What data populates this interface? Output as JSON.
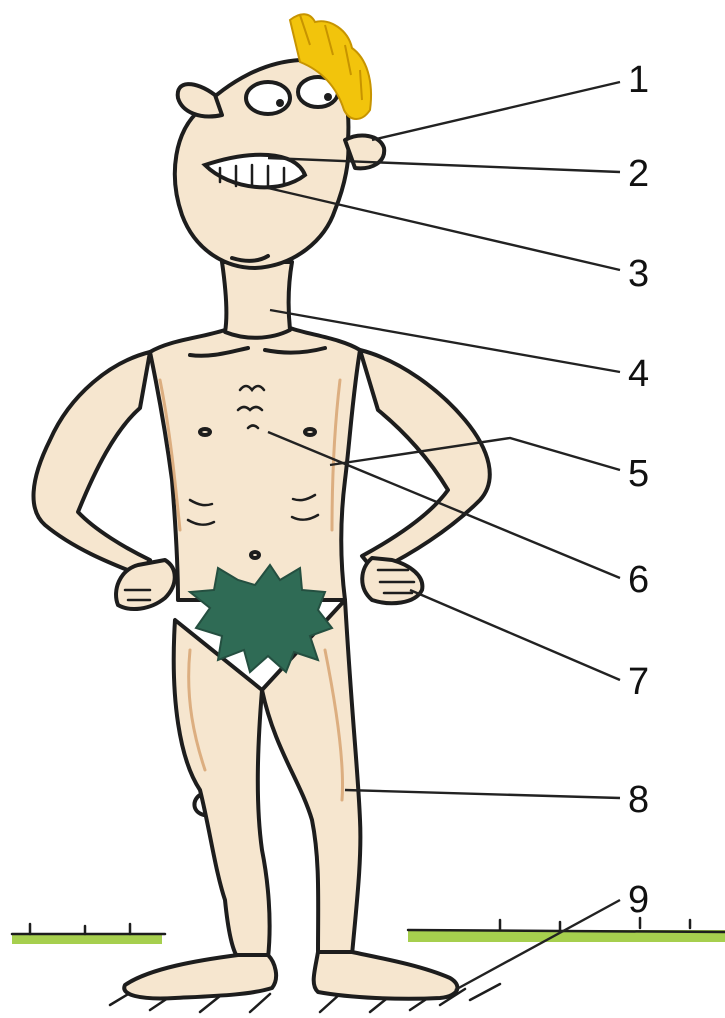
{
  "labels": [
    "1",
    "2",
    "3",
    "4",
    "5",
    "6",
    "7",
    "8",
    "9"
  ],
  "colors": {
    "skin": "#f6e6cf",
    "skin_shade": "#d9a777",
    "hair": "#f2c40c",
    "leaf": "#2f6b55",
    "grass": "#a6cf4e",
    "ink": "#1d1d1d"
  }
}
